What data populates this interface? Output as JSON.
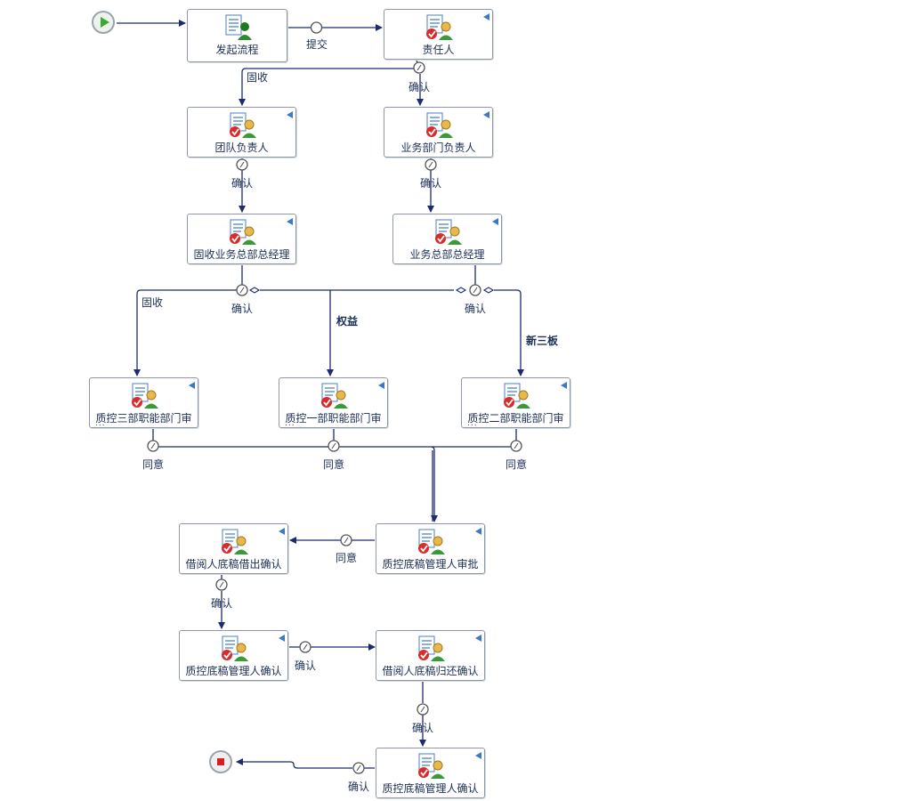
{
  "start": {
    "icon": "start-play-icon"
  },
  "end": {
    "icon": "end-stop-icon"
  },
  "node_icon": "approver-task-icon",
  "start_node_icon": "initiator-task-icon",
  "colors": {
    "line": "#1c2b6e",
    "node_border": "#8f98a6",
    "label": "#1c2f57",
    "corner": "#3c78c8",
    "start": "#3caa32",
    "end": "#d42020"
  },
  "nodes": [
    {
      "id": "n1",
      "label": "发起流程"
    },
    {
      "id": "n2",
      "label": "责任人"
    },
    {
      "id": "n3",
      "label": "团队负责人"
    },
    {
      "id": "n4",
      "label": "业务部门负责人"
    },
    {
      "id": "n5",
      "label": "固收业务总部总经理"
    },
    {
      "id": "n6",
      "label": "业务总部总经理"
    },
    {
      "id": "n7",
      "label": "质控三部职能部门审",
      "suffix": "..."
    },
    {
      "id": "n8",
      "label": "质控一部职能部门审",
      "suffix": "..."
    },
    {
      "id": "n9",
      "label": "质控二部职能部门审",
      "suffix": "..."
    },
    {
      "id": "n10",
      "label": "借阅人底稿借出确认"
    },
    {
      "id": "n11",
      "label": "质控底稿管理人审批"
    },
    {
      "id": "n12",
      "label": "质控底稿管理人确认"
    },
    {
      "id": "n13",
      "label": "借阅人底稿归还确认"
    },
    {
      "id": "n14",
      "label": "质控底稿管理人确认"
    }
  ],
  "edge_labels": [
    {
      "id": "e1",
      "text": "提交"
    },
    {
      "id": "e2",
      "text": "固收"
    },
    {
      "id": "e3",
      "text": "确认"
    },
    {
      "id": "e4",
      "text": "确认"
    },
    {
      "id": "e5",
      "text": "确认"
    },
    {
      "id": "e6",
      "text": "固收"
    },
    {
      "id": "e7",
      "text": "确认"
    },
    {
      "id": "e8",
      "text": "权益"
    },
    {
      "id": "e9",
      "text": "确认"
    },
    {
      "id": "e10",
      "text": "新三板"
    },
    {
      "id": "e11",
      "text": "同意"
    },
    {
      "id": "e12",
      "text": "同意"
    },
    {
      "id": "e13",
      "text": "同意"
    },
    {
      "id": "e14",
      "text": "同意"
    },
    {
      "id": "e15",
      "text": "确认"
    },
    {
      "id": "e16",
      "text": "确认"
    },
    {
      "id": "e17",
      "text": "确认"
    },
    {
      "id": "e18",
      "text": "确认"
    }
  ]
}
